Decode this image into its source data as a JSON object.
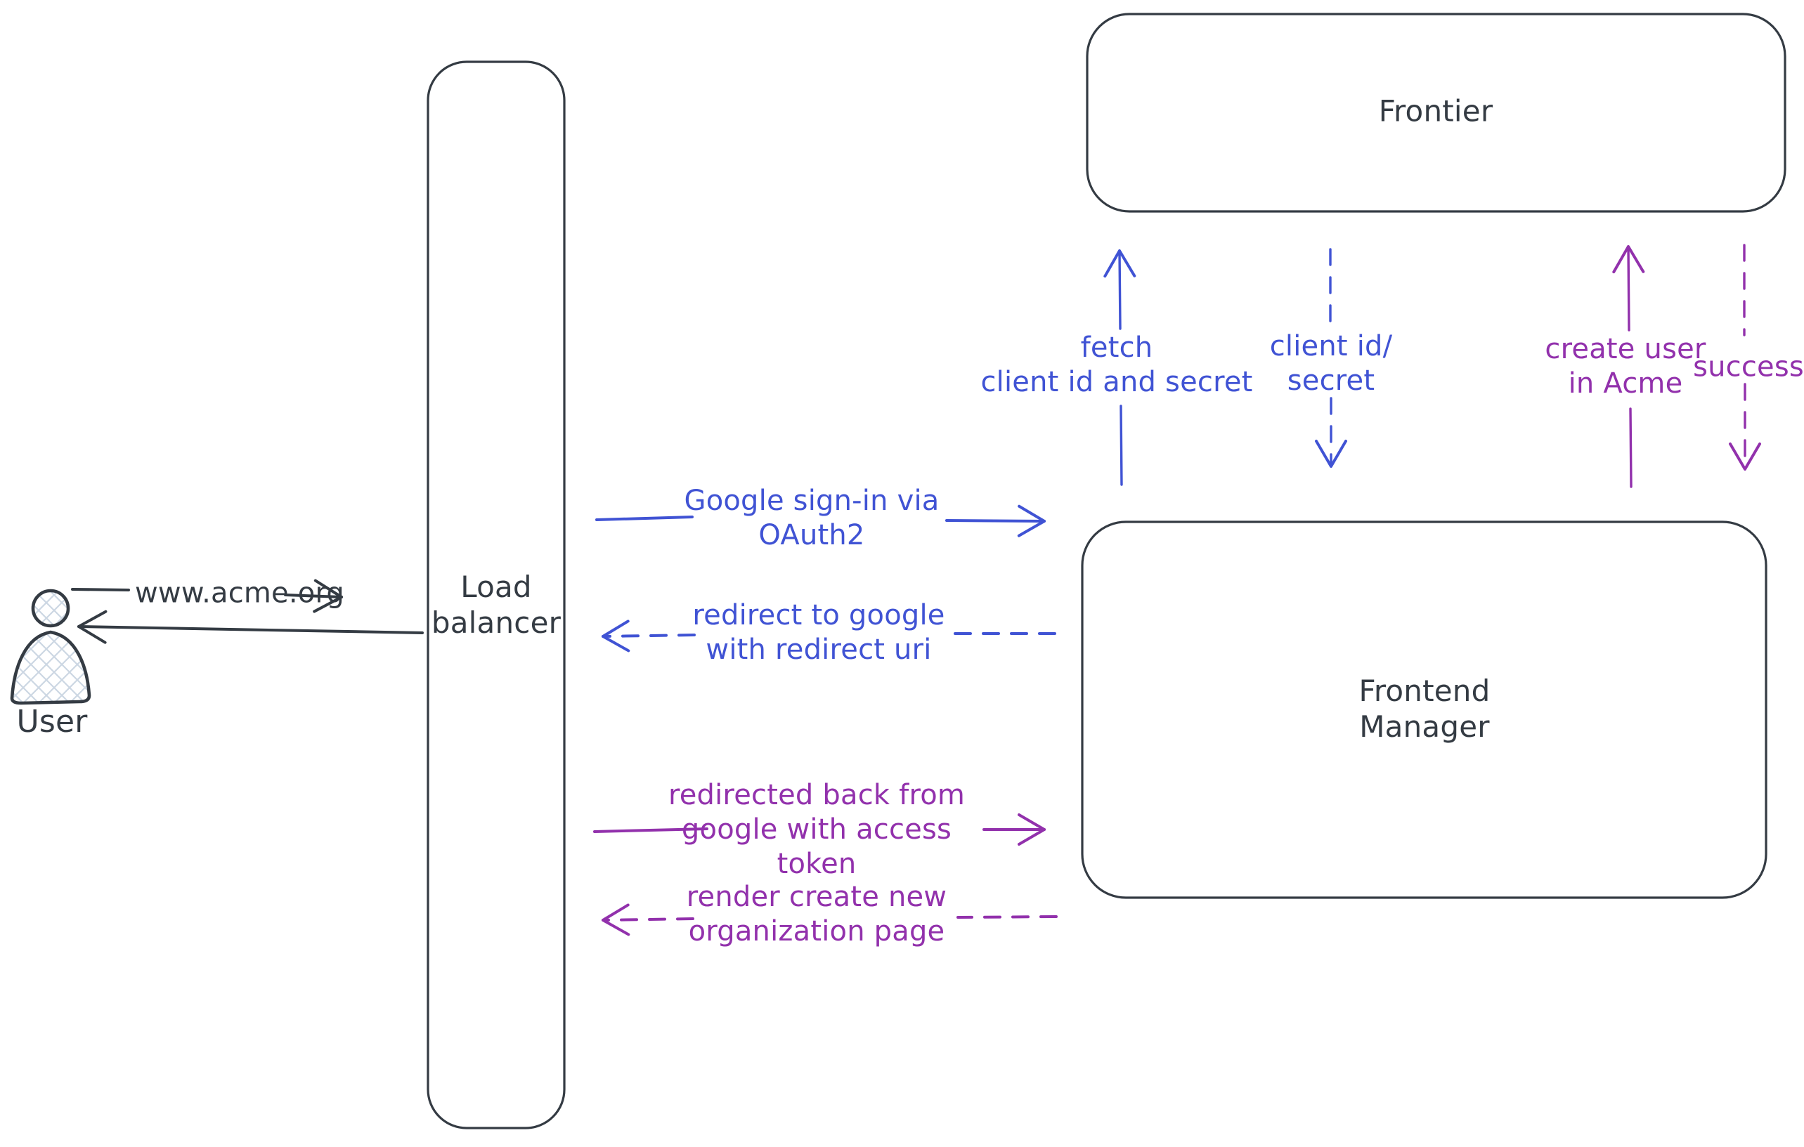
{
  "colors": {
    "ink": "#343b43",
    "blue": "#4053d4",
    "purple": "#9231ac",
    "hatch": "#ccd7e3",
    "bg": "#ffffff"
  },
  "diagram": {
    "type": "architecture-sequence-sketch",
    "nodes": [
      {
        "id": "user",
        "type": "actor",
        "label": "User"
      },
      {
        "id": "load-balancer",
        "type": "box",
        "label": "Load\nbalancer"
      },
      {
        "id": "frontier",
        "type": "box",
        "label": "Frontier"
      },
      {
        "id": "frontend-manager",
        "type": "box",
        "label": "Frontend\nManager"
      }
    ],
    "edges": [
      {
        "id": "www-request",
        "from": "user",
        "to": "load-balancer",
        "label": "www.acme.org",
        "style": "solid",
        "color": "ink"
      },
      {
        "id": "lb-return",
        "from": "load-balancer",
        "to": "user",
        "label": "",
        "style": "solid",
        "color": "ink"
      },
      {
        "id": "google-signin",
        "from": "load-balancer",
        "to": "frontend-manager",
        "label": "Google sign-in via\nOAuth2",
        "style": "solid",
        "color": "blue"
      },
      {
        "id": "redirect-to-google",
        "from": "frontend-manager",
        "to": "load-balancer",
        "label": "redirect to google\nwith redirect uri",
        "style": "dashed",
        "color": "blue"
      },
      {
        "id": "fetch-client-id",
        "from": "frontend-manager",
        "to": "frontier",
        "label": "fetch\nclient id and secret",
        "style": "solid",
        "color": "blue"
      },
      {
        "id": "client-id-secret",
        "from": "frontier",
        "to": "frontend-manager",
        "label": "client id/\nsecret",
        "style": "dashed",
        "color": "blue"
      },
      {
        "id": "create-user",
        "from": "frontend-manager",
        "to": "frontier",
        "label": "create user\nin Acme",
        "style": "solid",
        "color": "purple"
      },
      {
        "id": "success",
        "from": "frontier",
        "to": "frontend-manager",
        "label": "success",
        "style": "dashed",
        "color": "purple"
      },
      {
        "id": "redirected-back",
        "from": "load-balancer",
        "to": "frontend-manager",
        "label": "redirected back from\ngoogle with access\ntoken",
        "style": "solid",
        "color": "purple"
      },
      {
        "id": "render-org-page",
        "from": "frontend-manager",
        "to": "load-balancer",
        "label": "render create new\norganization page",
        "style": "dashed",
        "color": "purple"
      }
    ]
  }
}
